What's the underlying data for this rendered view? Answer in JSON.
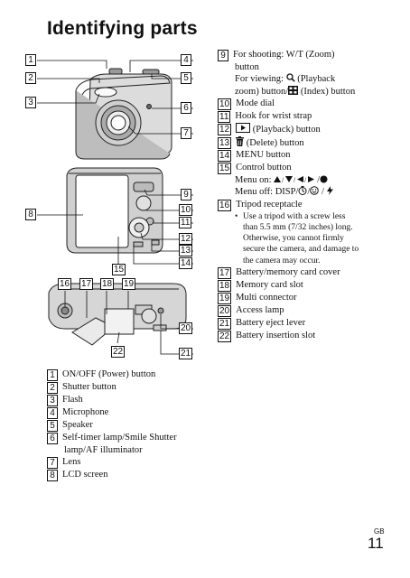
{
  "page": {
    "title": "Identifying parts",
    "footer_lang": "GB",
    "page_number": "11"
  },
  "callout_numbers": [
    "1",
    "2",
    "3",
    "4",
    "5",
    "6",
    "7",
    "8",
    "9",
    "10",
    "11",
    "12",
    "13",
    "14",
    "15",
    "16",
    "17",
    "18",
    "19",
    "20",
    "21",
    "22"
  ],
  "left_list": [
    {
      "num": "1",
      "text": "ON/OFF (Power) button"
    },
    {
      "num": "2",
      "text": "Shutter button"
    },
    {
      "num": "3",
      "text": "Flash"
    },
    {
      "num": "4",
      "text": "Microphone"
    },
    {
      "num": "5",
      "text": "Speaker"
    },
    {
      "num": "6",
      "text": "Self-timer lamp/Smile Shutter",
      "cont": "lamp/AF illuminator"
    },
    {
      "num": "7",
      "text": "Lens"
    },
    {
      "num": "8",
      "text": "LCD screen"
    }
  ],
  "right_list": {
    "item9": {
      "num": "9",
      "line1": "For shooting: W/T (Zoom)",
      "line2": "button",
      "line3": "For viewing:",
      "line3b": "(Playback",
      "line4a": "zoom) button/",
      "line4b": "(Index) button"
    },
    "item10": {
      "num": "10",
      "text": "Mode dial"
    },
    "item11": {
      "num": "11",
      "text": "Hook for wrist strap"
    },
    "item12": {
      "num": "12",
      "text": "(Playback) button"
    },
    "item13": {
      "num": "13",
      "text": "(Delete) button"
    },
    "item14": {
      "num": "14",
      "text": "MENU button"
    },
    "item15": {
      "num": "15",
      "text": "Control button",
      "on_label": "Menu on:",
      "off_label": "Menu off: DISP/",
      "off_sep": "/",
      "off_sep2": " / "
    },
    "item16": {
      "num": "16",
      "text": "Tripod receptacle",
      "bullet_lines": [
        "Use a tripod with a screw less",
        "than 5.5 mm (7/32 inches) long.",
        "Otherwise, you cannot firmly",
        "secure the camera, and damage to",
        "the camera may occur."
      ]
    },
    "item17": {
      "num": "17",
      "text": "Battery/memory card cover"
    },
    "item18": {
      "num": "18",
      "text": "Memory card slot"
    },
    "item19": {
      "num": "19",
      "text": "Multi connector"
    },
    "item20": {
      "num": "20",
      "text": "Access lamp"
    },
    "item21": {
      "num": "21",
      "text": "Battery eject lever"
    },
    "item22": {
      "num": "22",
      "text": "Battery insertion slot"
    }
  },
  "icons": [
    "magnifier-icon",
    "index-icon",
    "playback-icon",
    "trash-icon",
    "triangle-up-icon",
    "triangle-down-icon",
    "triangle-left-icon",
    "triangle-right-icon",
    "circle-icon",
    "self-timer-icon",
    "smile-icon",
    "flash-icon"
  ]
}
